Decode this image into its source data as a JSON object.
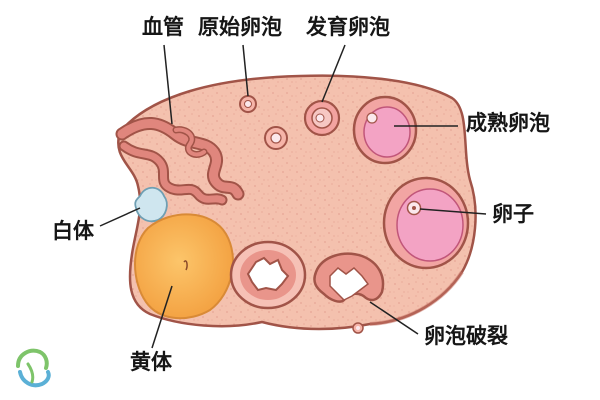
{
  "diagram": {
    "labels": {
      "blood_vessel": "血管",
      "primordial_follicle": "原始卵泡",
      "developing_follicle": "发育卵泡",
      "mature_follicle": "成熟卵泡",
      "ovum": "卵子",
      "corpus_albicans": "白体",
      "follicle_rupture": "卵泡破裂",
      "corpus_luteum": "黄体"
    },
    "colors": {
      "ovary_tissue": "#f4c1ae",
      "ovary_outline": "#a15448",
      "vessel": "#e0867d",
      "follicle_fluid": "#f3a3c4",
      "corpus_luteum": "#f9b14f",
      "corpus_albicans": "#cfe6ef",
      "ovum": "#fbe8ec"
    }
  }
}
